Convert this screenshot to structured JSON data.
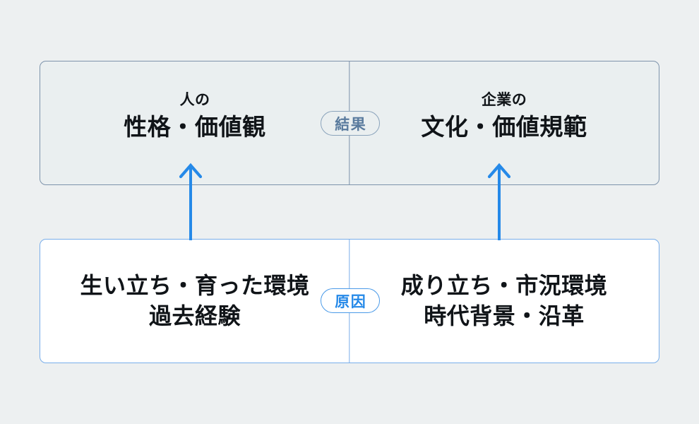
{
  "diagram": {
    "background_color": "#edf0f1",
    "effect_color": "#5a7b9e",
    "cause_color": "#2589e8",
    "arrow_color": "#2589e8"
  },
  "effect_row": {
    "badge_label": "結果",
    "badge_name": "effect-badge",
    "left": {
      "lead": "人の",
      "headline": "性格・価値観"
    },
    "right": {
      "lead": "企業の",
      "headline": "文化・価値規範"
    }
  },
  "cause_row": {
    "badge_label": "原因",
    "badge_name": "cause-badge",
    "left": {
      "line1": "生い立ち・育った環境",
      "line2": "過去経験"
    },
    "right": {
      "line1": "成り立ち・市況環境",
      "line2": "時代背景・沿革"
    }
  },
  "arrows": [
    {
      "name": "cause-to-effect-arrow-left",
      "direction": "up"
    },
    {
      "name": "cause-to-effect-arrow-right",
      "direction": "up"
    }
  ]
}
